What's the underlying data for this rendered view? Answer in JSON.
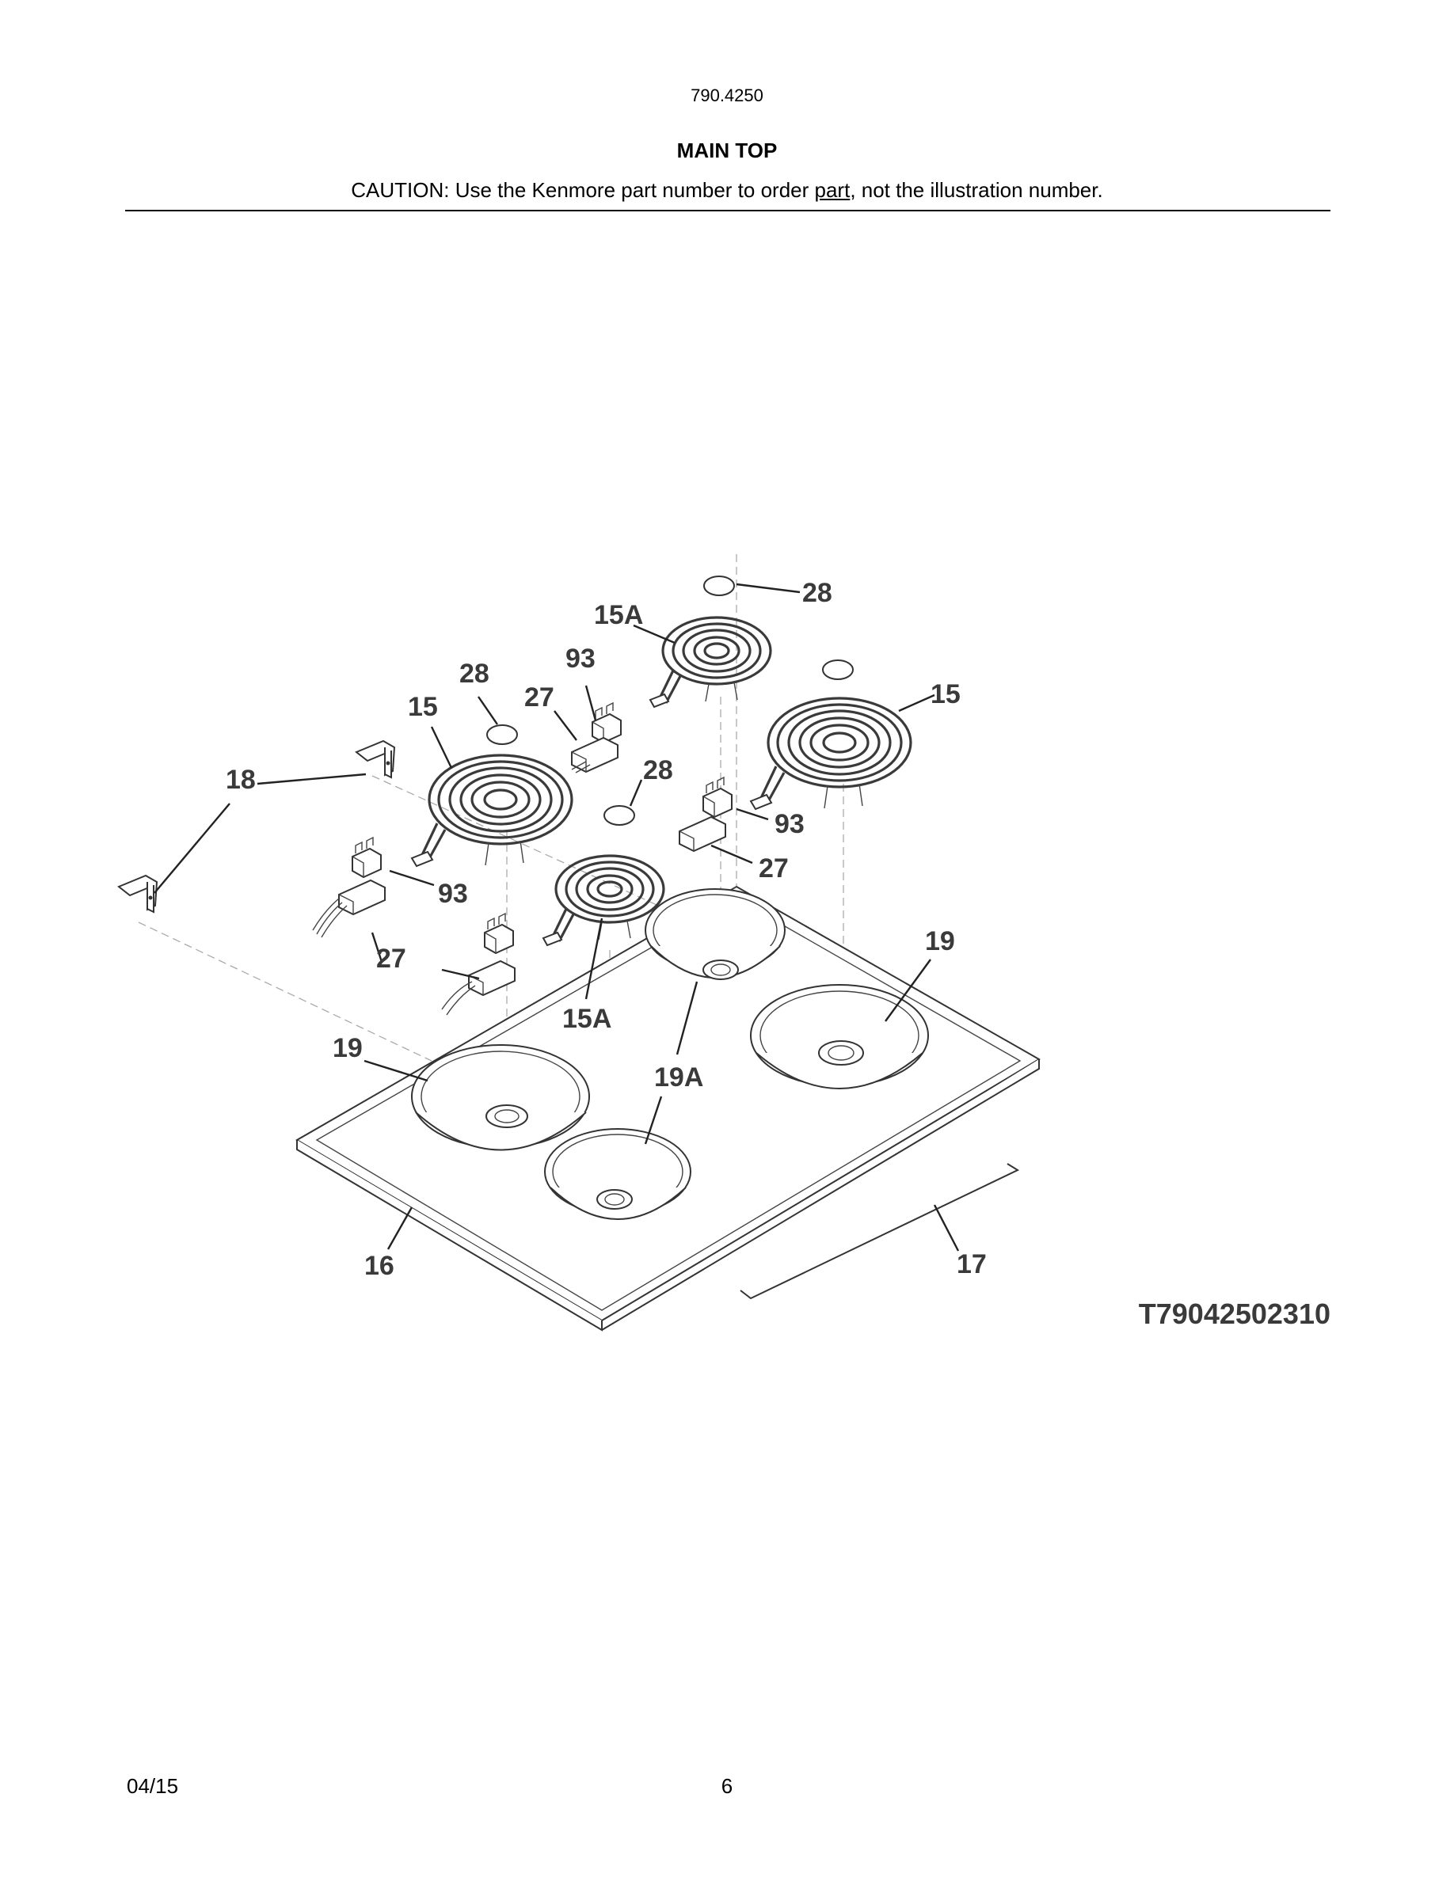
{
  "header": {
    "model": "790.4250",
    "title": "MAIN TOP",
    "caution_prefix": "CAUTION: Use the Kenmore part number to order ",
    "caution_link": "part",
    "caution_suffix": ", not the illustration number."
  },
  "diagram": {
    "illustration_code": "T79042502310",
    "callouts": {
      "c28_top": "28",
      "c15A_top": "15A",
      "c93_top": "93",
      "c28_left": "28",
      "c27_top": "27",
      "c15_left": "15",
      "c15_right": "15",
      "c18": "18",
      "c28_mid": "28",
      "c93_right": "93",
      "c27_right": "27",
      "c93_left": "93",
      "c19_right": "19",
      "c27_left": "27",
      "c15A_bottom": "15A",
      "c19_left": "19",
      "c19A": "19A",
      "c16": "16",
      "c17": "17"
    }
  },
  "footer": {
    "date": "04/15",
    "page_number": "6"
  }
}
